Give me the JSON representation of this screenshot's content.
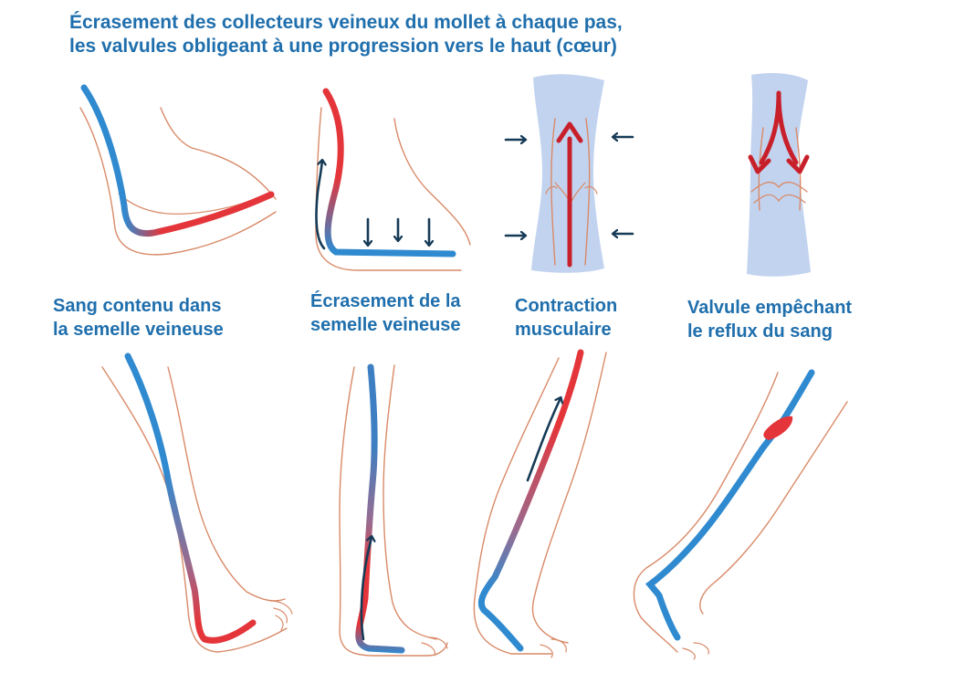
{
  "title": "Écrasement des collecteurs veineux du mollet à chaque pas, les valvules obligeant à une progression vers le haut (cœur)",
  "panels": [
    {
      "caption": "Sang contenu dans\nla semelle veineuse"
    },
    {
      "caption": "Écrasement de la\nsemelle veineuse"
    },
    {
      "caption": "Contraction\nmusculaire"
    },
    {
      "caption": "Valvule empêchant\nle reflux du sang"
    }
  ],
  "colors": {
    "vein_blue": "#2f8ad0",
    "blood_red": "#e4353a",
    "skin_outline": "#d98a68",
    "arrow_navy": "#163b57",
    "muscle_fill": "#c2d3ef",
    "deep_red": "#c8202b",
    "title_blue": "#1f6fad"
  }
}
